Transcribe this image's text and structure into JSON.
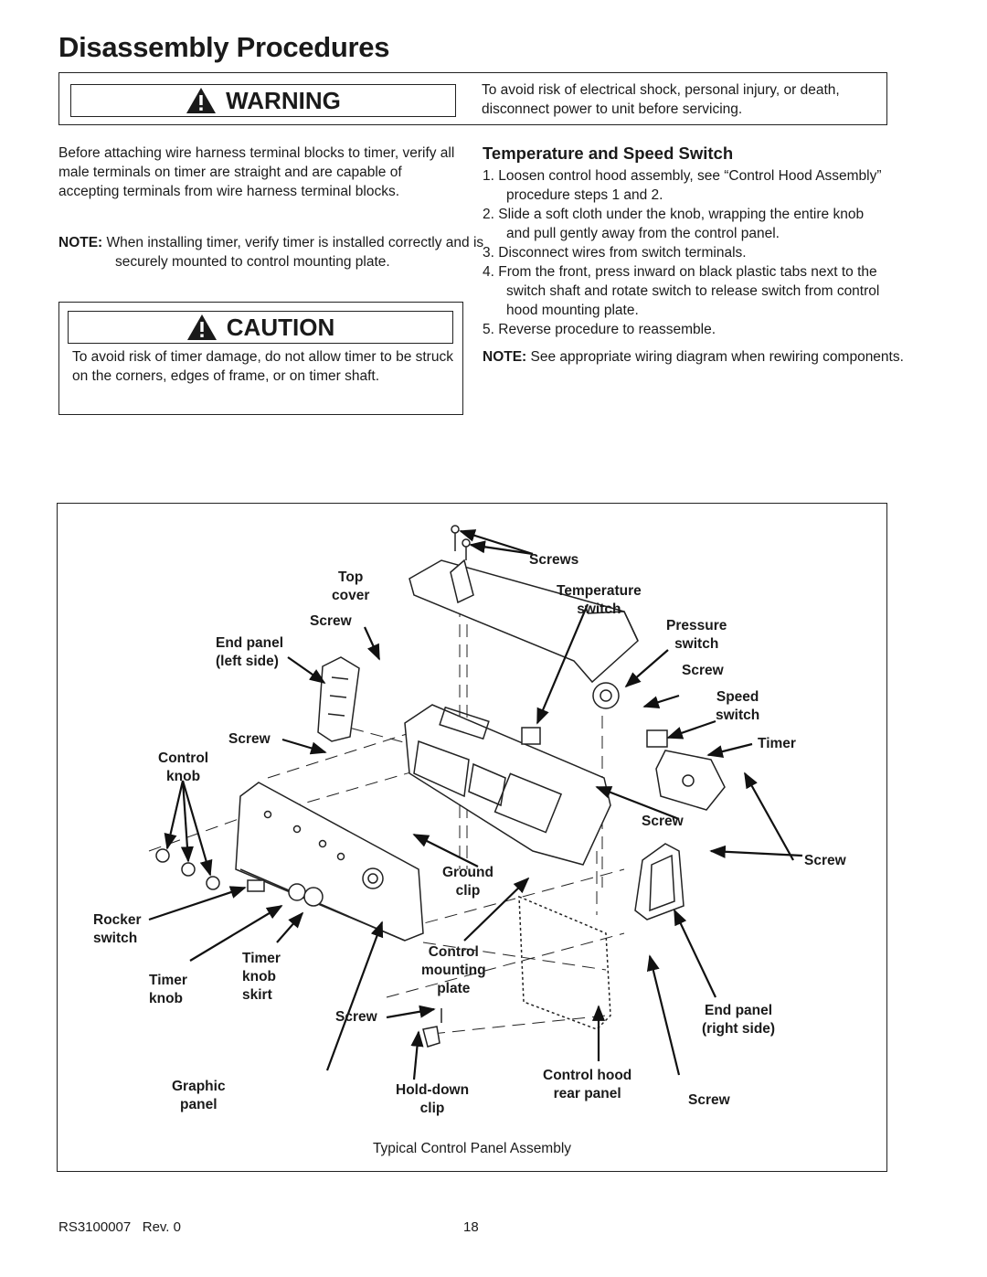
{
  "page": {
    "title": "Disassembly Procedures",
    "footer_left": "RS3100007   Rev. 0",
    "page_number": "18"
  },
  "warning": {
    "heading": "WARNING",
    "text": "To avoid risk of electrical shock, personal injury, or death, disconnect power to unit before servicing."
  },
  "left_column": {
    "para1": "Before attaching wire harness terminal blocks to timer, verify all male terminals on timer are straight and are capable of accepting terminals from wire harness terminal blocks.",
    "note_label": "NOTE:",
    "note_text": "When installing timer, verify timer is installed correctly and is securely mounted to control mounting plate."
  },
  "caution": {
    "heading": "CAUTION",
    "text": "To avoid risk of timer damage, do not allow timer to be struck on the corners, edges of frame, or on timer shaft."
  },
  "right_column": {
    "section_title": "Temperature and Speed Switch",
    "steps": [
      {
        "num": "1.",
        "text": "Loosen control hood assembly, see “Control Hood Assembly” procedure steps 1 and 2."
      },
      {
        "num": "2.",
        "text": "Slide a soft cloth under the knob, wrapping the entire knob and pull gently away from the control panel."
      },
      {
        "num": "3.",
        "text": "Disconnect wires from switch terminals."
      },
      {
        "num": "4.",
        "text": "From the front, press inward on black plastic tabs next to the switch shaft and rotate switch to release switch from control hood mounting plate."
      },
      {
        "num": "5.",
        "text": "Reverse procedure to reassemble."
      }
    ],
    "note_label": "NOTE:",
    "note_text": "See appropriate wiring diagram when rewiring components."
  },
  "figure": {
    "caption": "Typical Control Panel Assembly",
    "labels": {
      "screws": "Screws",
      "top_cover": "Top\ncover",
      "temperature_switch": "Temperature\nswitch",
      "screw_top": "Screw",
      "pressure_switch": "Pressure\nswitch",
      "end_panel_left": "End panel\n(left side)",
      "screw_pressure": "Screw",
      "speed_switch": "Speed\nswitch",
      "screw_left": "Screw",
      "timer": "Timer",
      "control_knob": "Control\nknob",
      "screw_timer": "Screw",
      "screw_right": "Screw",
      "ground_clip": "Ground\nclip",
      "rocker_switch": "Rocker\nswitch",
      "timer_knob_skirt": "Timer\nknob\nskirt",
      "timer_knob": "Timer\nknob",
      "control_mounting_plate": "Control\nmounting\nplate",
      "screw_bottom": "Screw",
      "end_panel_right": "End panel\n(right side)",
      "graphic_panel": "Graphic\npanel",
      "hold_down_clip": "Hold-down\nclip",
      "control_hood_rear_panel": "Control hood\nrear panel",
      "screw_bottom_right": "Screw"
    }
  }
}
